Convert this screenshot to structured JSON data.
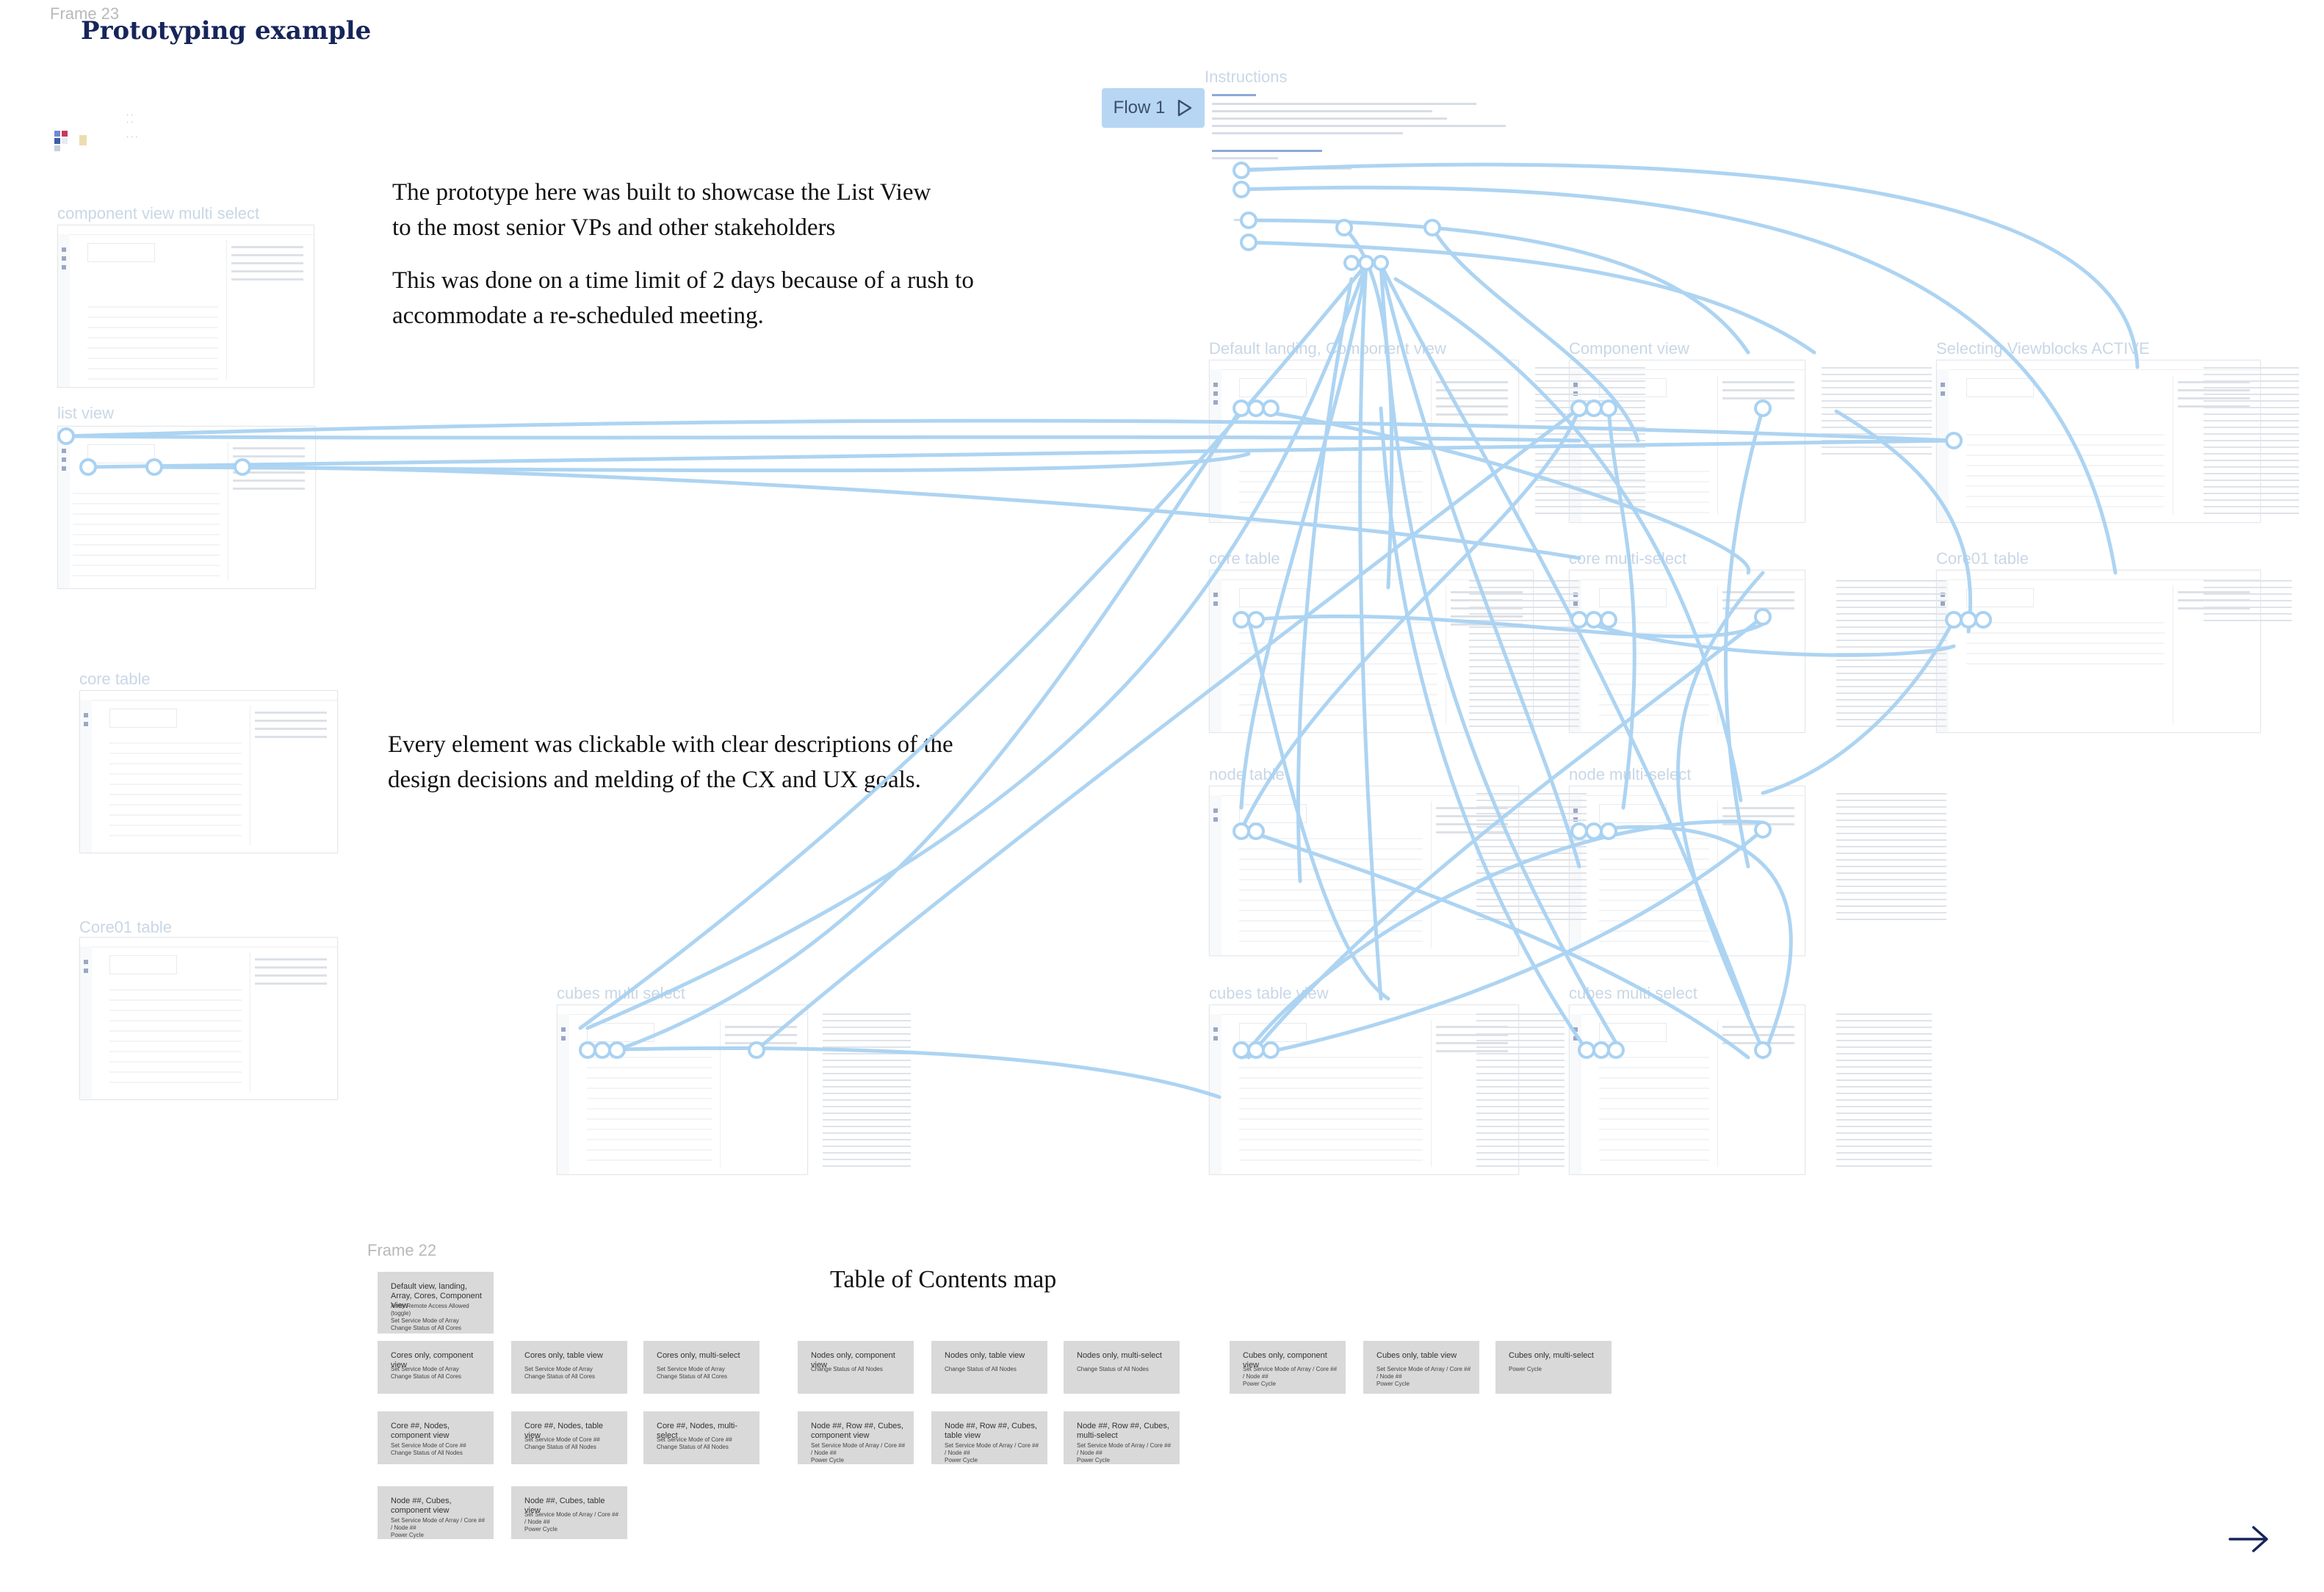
{
  "frames": {
    "frame23_label": "Frame 23",
    "frame22_label": "Frame 22"
  },
  "page_title": "Prototyping example",
  "notes": {
    "note1_line1": "The prototype here was built to showcase the List View",
    "note1_line2": "to the most senior VPs and other stakeholders",
    "note2_line1": "This was done on a time limit of 2 days because of a rush to",
    "note2_line2": "accommodate a re-scheduled meeting.",
    "note3_line1": "Every element was clickable with clear descriptions of the",
    "note3_line2": "design decisions and melding of the CX and UX goals."
  },
  "flow": {
    "label": "Flow 1",
    "icon": "play-outline-icon",
    "instructions_label": "Instructions"
  },
  "left_screens": {
    "component_view_multi_select": "component view multi select",
    "list_view": "list view",
    "core_table": "core table",
    "core01_table": "Core01 table"
  },
  "grid_screens": {
    "default_landing": "Default landing, Component view",
    "component_view": "Component view",
    "selecting_viewblocks": "Selecting Viewblocks ACTIVE",
    "core_table": "core table",
    "core_multi_select": "core multi-select",
    "core01_table": "Core01 table",
    "node_table": "node table",
    "node_multi_select": "node multi-select",
    "cubes_multi_select_left": "cubes multi select",
    "cubes_table_view": "cubes table view",
    "cubes_multi_select": "cubes multi select"
  },
  "toc": {
    "title": "Table of Contents map",
    "cards": [
      {
        "title": "Default view, landing, Array, Cores, Component View",
        "desc": "Array Remote Access Allowed (toggle)\nSet Service Mode of Array\nChange Status of All Cores"
      },
      {
        "title": "Cores only, component view",
        "desc": "Set Service Mode of Array\nChange Status of All Cores"
      },
      {
        "title": "Cores only, table view",
        "desc": "Set Service Mode of Array\nChange Status of All Cores"
      },
      {
        "title": "Cores only, multi-select",
        "desc": "Set Service Mode of Array\nChange Status of All Cores"
      },
      {
        "title": "Nodes only, component view",
        "desc": "Change Status of All Nodes"
      },
      {
        "title": "Nodes only, table view",
        "desc": "Change Status of All Nodes"
      },
      {
        "title": "Nodes only, multi-select",
        "desc": "Change Status of All Nodes"
      },
      {
        "title": "Cubes only, component view",
        "desc": "Set Service Mode of Array / Core ## / Node ##\nPower Cycle"
      },
      {
        "title": "Cubes only, table view",
        "desc": "Set Service Mode of Array / Core ## / Node ##\nPower Cycle"
      },
      {
        "title": "Cubes only, multi-select",
        "desc": "Power Cycle"
      },
      {
        "title": "Core ##, Nodes, component view",
        "desc": "Set Service Mode of Core ##\nChange Status of All Nodes"
      },
      {
        "title": "Core ##, Nodes, table view",
        "desc": "Set Service Mode of Core ##\nChange Status of All Nodes"
      },
      {
        "title": "Core ##, Nodes, multi-select",
        "desc": "Set Service Mode of Core ##\nChange Status of All Nodes"
      },
      {
        "title": "Node ##, Row ##, Cubes, component view",
        "desc": "Set Service Mode of Array / Core ## / Node ##\nPower Cycle"
      },
      {
        "title": "Node ##, Row ##, Cubes, table view",
        "desc": "Set Service Mode of Array / Core ## / Node ##\nPower Cycle"
      },
      {
        "title": "Node ##, Row ##, Cubes, multi-select",
        "desc": "Set Service Mode of Array / Core ## / Node ##\nPower Cycle"
      },
      {
        "title": "Node ##, Cubes, component view",
        "desc": "Set Service Mode of Array / Core ## / Node ##\nPower Cycle"
      },
      {
        "title": "Node ##, Cubes, table view",
        "desc": "Set Service Mode of Array / Core ## / Node ##\nPower Cycle"
      }
    ]
  },
  "navigation": {
    "next_icon": "arrow-right-icon"
  },
  "colors": {
    "title": "#16255a",
    "flow_button": "#b7d6f4",
    "connector": "#a9d2f2",
    "toc_card": "#d9d9d9"
  }
}
